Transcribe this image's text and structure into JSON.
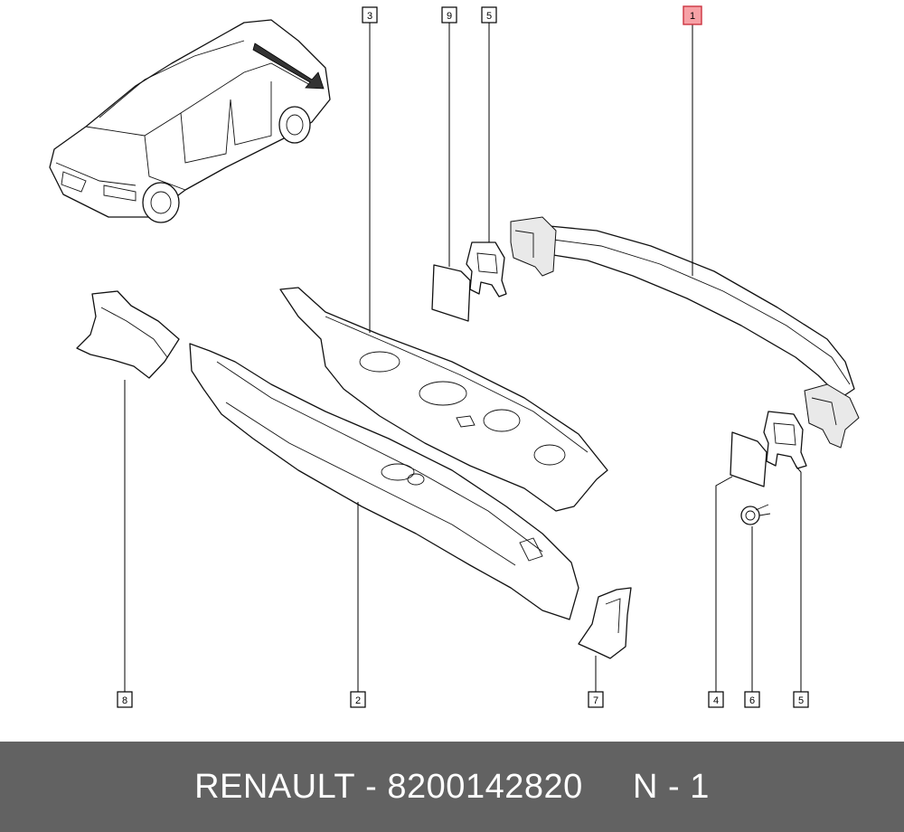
{
  "footer": {
    "brand": "RENAULT",
    "separator": " - ",
    "part_number": "8200142820",
    "position_label": "N - 1"
  },
  "colors": {
    "footer_bg": "#626262",
    "footer_text": "#ffffff",
    "highlight_fill": "#f7a1a6",
    "highlight_border": "#cc3340"
  },
  "callouts": [
    {
      "id": "c1",
      "label": "1",
      "highlighted": true
    },
    {
      "id": "c3",
      "label": "3",
      "highlighted": false
    },
    {
      "id": "c9",
      "label": "9",
      "highlighted": false
    },
    {
      "id": "c5top",
      "label": "5",
      "highlighted": false
    },
    {
      "id": "c8",
      "label": "8",
      "highlighted": false
    },
    {
      "id": "c2",
      "label": "2",
      "highlighted": false
    },
    {
      "id": "c7",
      "label": "7",
      "highlighted": false
    },
    {
      "id": "c4",
      "label": "4",
      "highlighted": false
    },
    {
      "id": "c6",
      "label": "6",
      "highlighted": false
    },
    {
      "id": "c5bot",
      "label": "5",
      "highlighted": false
    }
  ]
}
